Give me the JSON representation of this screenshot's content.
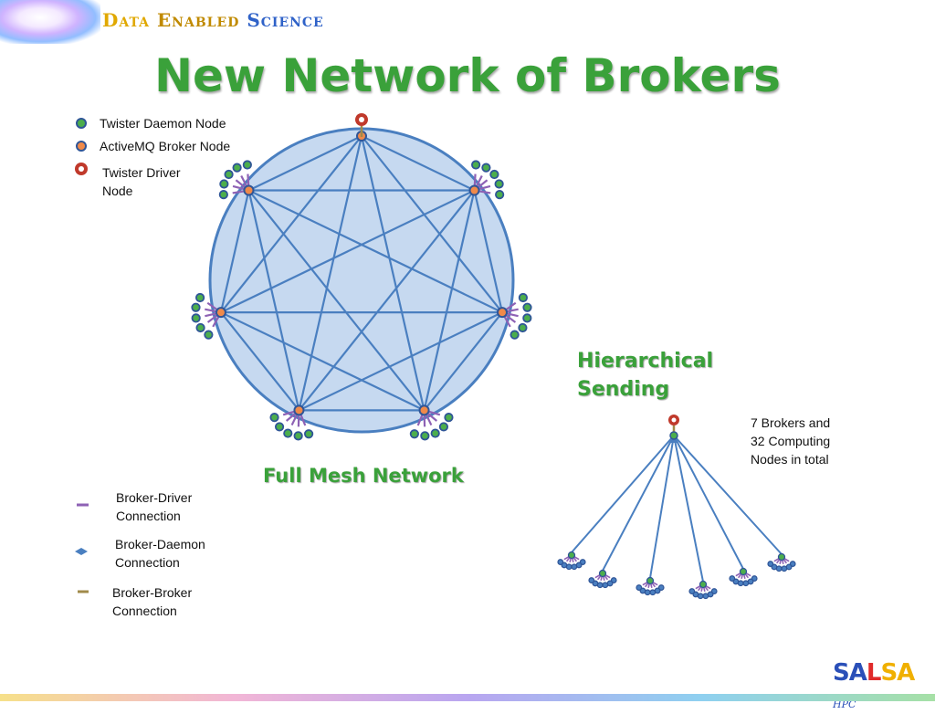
{
  "header": {
    "brand_word1": "Data",
    "brand_word2": "Enabled",
    "brand_word3": "Science",
    "title": "New Network of Brokers"
  },
  "legend_nodes": {
    "daemon": "Twister Daemon Node",
    "broker": "ActiveMQ Broker Node",
    "driver_line1": "Twister Driver",
    "driver_line2": "Node"
  },
  "legend_connections": {
    "broker_driver_line1": "Broker-Driver",
    "broker_driver_line2": "Connection",
    "broker_daemon_line1": "Broker-Daemon",
    "broker_daemon_line2": "Connection",
    "broker_broker_line1": "Broker-Broker",
    "broker_broker_line2": "Connection"
  },
  "diagram": {
    "full_mesh_label": "Full Mesh Network",
    "hierarchical_line1": "Hierarchical",
    "hierarchical_line2": "Sending",
    "note_line1": "7 Brokers and",
    "note_line2": "32 Computing",
    "note_line3": "Nodes in total",
    "mesh_broker_count": 7,
    "hierarchy_group_count": 6
  },
  "footer": {
    "logo_part1": "SA",
    "logo_part2": "L",
    "logo_part3": "SA",
    "logo_suffix": "HPC"
  },
  "colors": {
    "title_green": "#3aa13a",
    "mesh_fill": "#c6d9f0",
    "mesh_line": "#4a7fc0",
    "broker_orange": "#f08a4a",
    "daemon_green": "#4cae4c",
    "node_ring": "#2f5597",
    "driver_red": "#c0392b",
    "driver_connection": "#8e62b5",
    "broker_connection": "#a08a4a"
  }
}
